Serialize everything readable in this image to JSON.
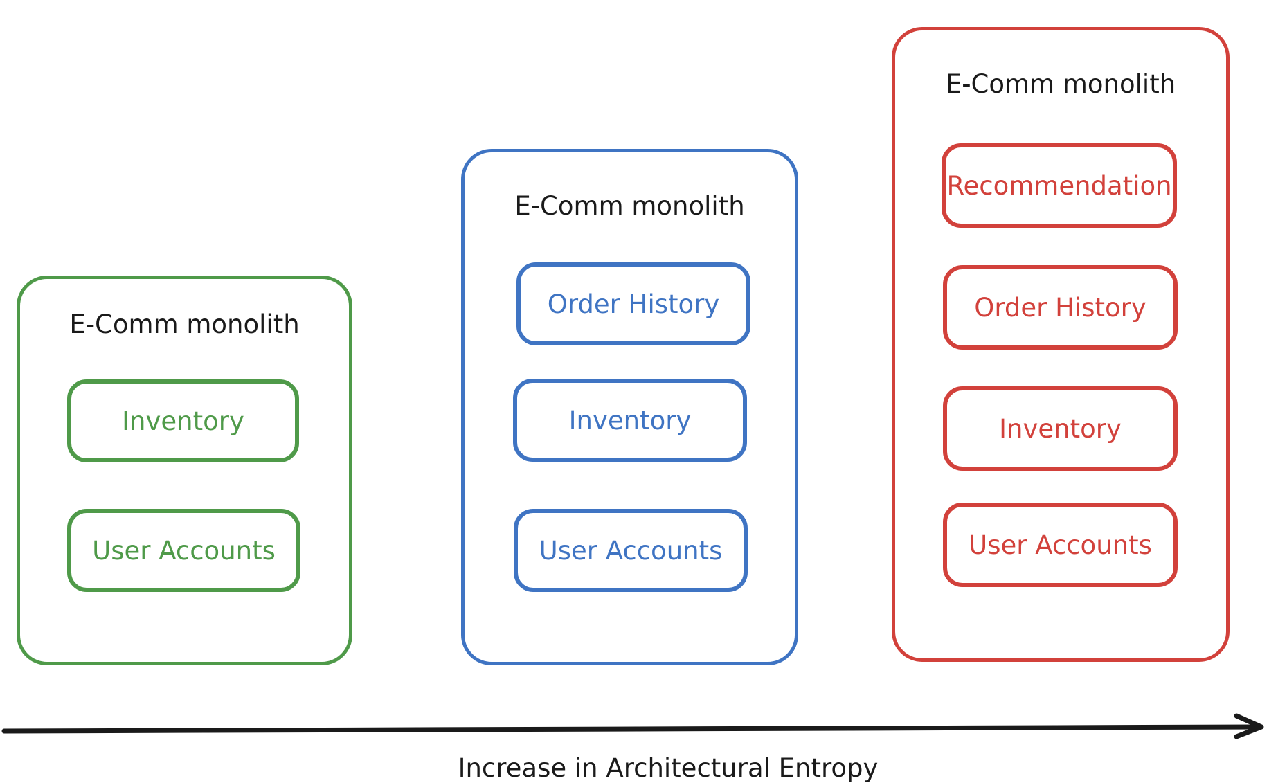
{
  "monoliths": [
    {
      "title": "E-Comm monolith",
      "color": "#4f9a49",
      "modules": [
        "Inventory",
        "User Accounts"
      ]
    },
    {
      "title": "E-Comm monolith",
      "color": "#3f74c3",
      "modules": [
        "Order History",
        "Inventory",
        "User Accounts"
      ]
    },
    {
      "title": "E-Comm monolith",
      "color": "#d2413b",
      "modules": [
        "Recommendation",
        "Order History",
        "Inventory",
        "User Accounts"
      ]
    }
  ],
  "axis": {
    "label": "Increase in Architectural Entropy",
    "color": "#1a1a1a"
  }
}
